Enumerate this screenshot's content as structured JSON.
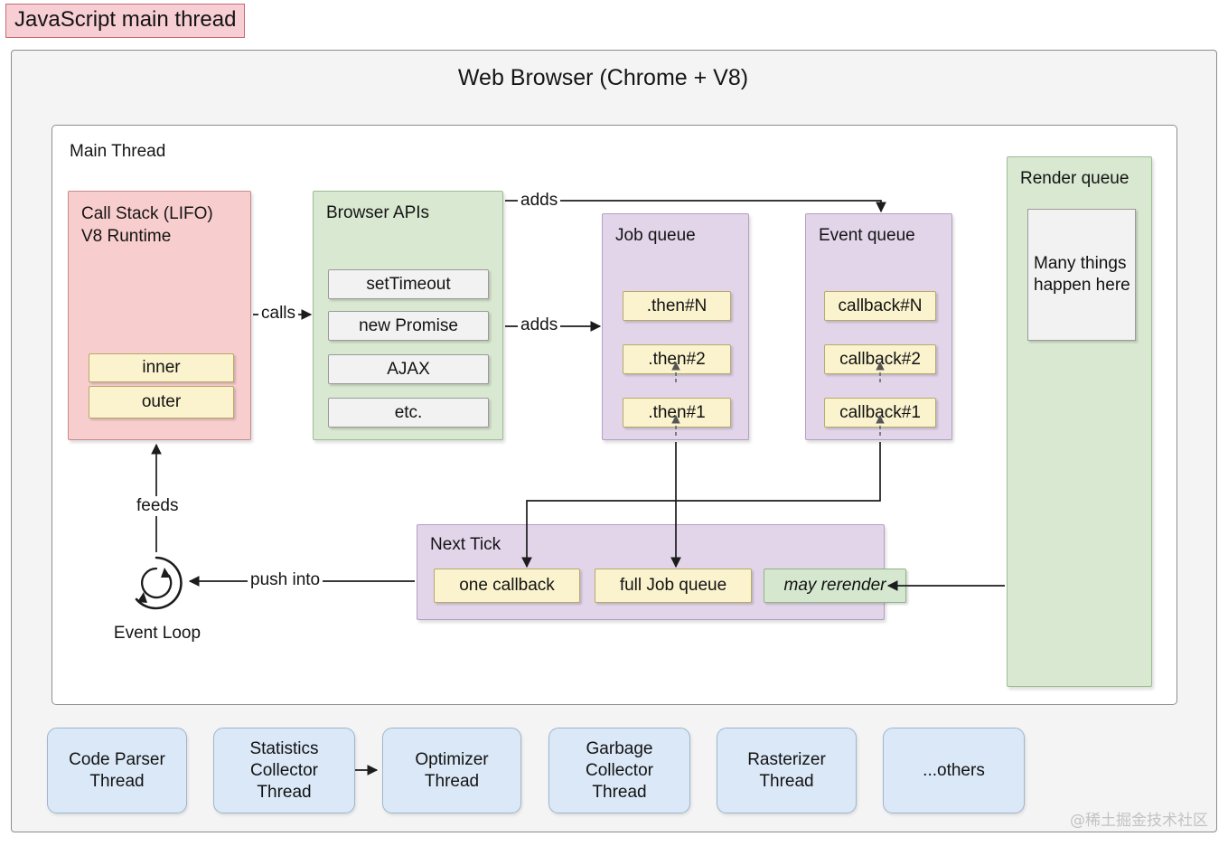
{
  "title_badge": "JavaScript main thread",
  "browser": {
    "title": "Web Browser (Chrome + V8)",
    "main_thread_label": "Main Thread"
  },
  "call_stack": {
    "title": "Call Stack (LIFO)\nV8 Runtime",
    "frames": [
      "inner",
      "outer"
    ]
  },
  "browser_apis": {
    "title": "Browser APIs",
    "items": [
      "setTimeout",
      "new Promise",
      "AJAX",
      "etc."
    ]
  },
  "job_queue": {
    "title": "Job queue",
    "items": [
      ".then#N",
      ".then#2",
      ".then#1"
    ]
  },
  "event_queue": {
    "title": "Event queue",
    "items": [
      "callback#N",
      "callback#2",
      "callback#1"
    ]
  },
  "render_queue": {
    "title": "Render queue",
    "note": "Many things\nhappen here"
  },
  "next_tick": {
    "title": "Next Tick",
    "items": [
      "one callback",
      "full Job queue",
      "may rerender"
    ]
  },
  "event_loop": {
    "label": "Event Loop",
    "icon": "loop-icon"
  },
  "edges": {
    "calls": "calls",
    "adds_event": "adds",
    "adds_job": "adds",
    "feeds": "feeds",
    "push_into": "push into"
  },
  "threads": [
    "Code Parser\nThread",
    "Statistics\nCollector\nThread",
    "Optimizer\nThread",
    "Garbage\nCollector\nThread",
    "Rasterizer\nThread",
    "...others"
  ],
  "watermark": "@稀土掘金技术社区",
  "colors": {
    "pink": "#f8cdcd",
    "green": "#d9e8d1",
    "purple": "#e2d5ea",
    "yellow": "#faf3cd",
    "blue": "#dbe8f7",
    "frame_bg": "#f4f4f4",
    "badge_bg": "#f7ced3",
    "badge_border": "#c96a72"
  }
}
